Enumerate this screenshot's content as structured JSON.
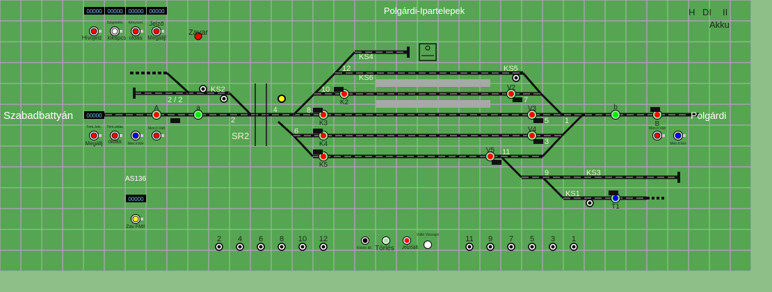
{
  "station_title": "Polgárdi-Ipartelepek",
  "left_station": "Szabadbattyán",
  "right_station": "Polgárdi",
  "counters": {
    "top": [
      "00000",
      "00000",
      "00000",
      "00000"
    ],
    "left_main": "00000",
    "bottom_left": "00000"
  },
  "top_buttons": [
    {
      "top": "",
      "bottom": "Hívójelz",
      "color": "#ff0000"
    },
    {
      "top": "Szigetelés",
      "bottom": "kikapcs",
      "color": "#ffffff"
    },
    {
      "top": "Kényszer",
      "bottom": "oldás",
      "color": "#ff0000"
    },
    {
      "top": "Jelző",
      "bottom": "Megállj!",
      "color": "#ff0000"
    }
  ],
  "zavar_label": "Zavar",
  "status_indicators": {
    "h": "H",
    "di": "DI",
    "ii": "II",
    "akku": "Akku"
  },
  "left_buttons": [
    {
      "top": "Térk.Jelz.",
      "bottom": "Megállj",
      "color": "#ff0000"
    },
    {
      "top": "Térk.oldás",
      "bottom": "oldás",
      "color": "#ff0000"
    },
    {
      "top": "",
      "bottom": "Men.Ir.Kér",
      "color": "#0000ff"
    },
    {
      "top": "Men.Ir.Vált",
      "bottom": "",
      "color": "#ff0000"
    }
  ],
  "right_buttons": [
    {
      "top": "Men.Ir.Vált",
      "color": "#ff0000"
    },
    {
      "bottom": "Men.Ir.Kér",
      "color": "#0000ff"
    }
  ],
  "as_label": "AS136",
  "zav_fmi_label": "Zav FMI!",
  "signals": {
    "A": "A",
    "a": "a",
    "K2": "K2",
    "K3": "K3",
    "K4": "K4",
    "K5": "K5",
    "V2": "V2",
    "V3": "V3",
    "V4": "V4",
    "V5": "V5",
    "b": "b",
    "B": "B",
    "T1": "T1"
  },
  "track_labels": {
    "t2": "2",
    "sr2": "SR2",
    "t4": "4",
    "t8": "8",
    "t6": "6",
    "t10": "10",
    "t12": "12",
    "ks2": "KS2",
    "ks4": "KS4",
    "ks6": "KS6",
    "ks5": "KS5",
    "ks3": "KS3",
    "ks1": "KS1",
    "t22": "2 / 2",
    "t7": "7",
    "t5": "5",
    "t3": "3",
    "t1": "1",
    "t11": "11",
    "t9": "9"
  },
  "switch_buttons_left": [
    "2",
    "4",
    "6",
    "8",
    "10",
    "12"
  ],
  "switch_buttons_right": [
    "11",
    "9",
    "7",
    "5",
    "3",
    "1"
  ],
  "function_buttons": [
    {
      "label": "Közös áll.",
      "color": "#000000"
    },
    {
      "label": "Törlés",
      "color": "#a0e8a0"
    },
    {
      "label": "Jelzőáll.",
      "color": "#ff0000"
    },
    {
      "label": "Váltó Visszajel",
      "color": "#ffffff"
    }
  ],
  "colors": {
    "background": "#56a552",
    "grid": "#b0a8b8",
    "track": "#111111",
    "platform": "#a8a8a8"
  }
}
